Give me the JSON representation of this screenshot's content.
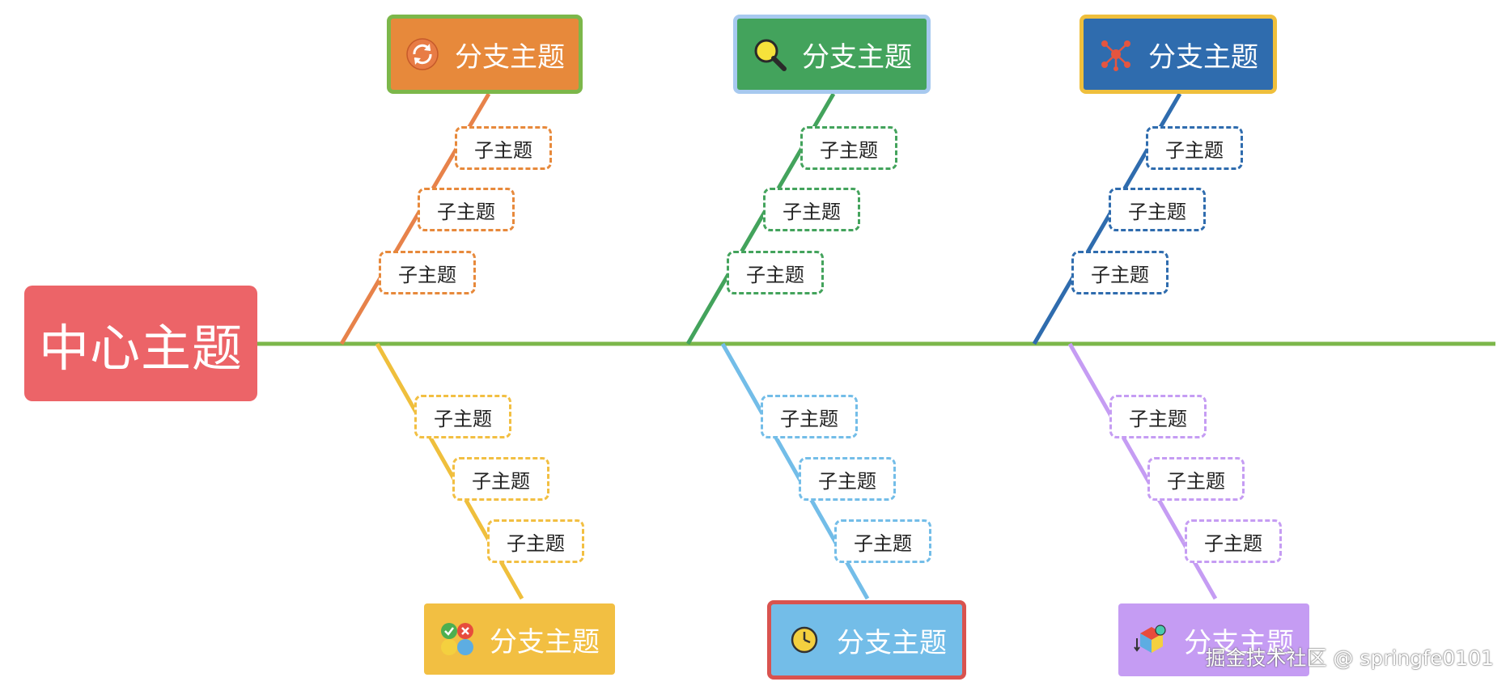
{
  "center_topic": {
    "label": "中心主题",
    "color": "#ec6468"
  },
  "spine_color": "#7cb74a",
  "branches": [
    {
      "label": "分支主题",
      "icon": "refresh-icon",
      "position": "top",
      "fill": "#e7893b",
      "border": "#7cb74a",
      "line_color": "#e7824a",
      "sub_border": "#e7893b",
      "twig_color": "#8cc05a",
      "subtopics": [
        "子主题",
        "子主题",
        "子主题"
      ]
    },
    {
      "label": "分支主题",
      "icon": "magnifier-icon",
      "position": "top",
      "fill": "#43a35c",
      "border": "#a7c9ef",
      "line_color": "#43a35c",
      "sub_border": "#43a35c",
      "twig_color": "#a9cdee",
      "subtopics": [
        "子主题",
        "子主题",
        "子主题"
      ]
    },
    {
      "label": "分支主题",
      "icon": "network-icon",
      "position": "top",
      "fill": "#2f6cae",
      "border": "#efbf3c",
      "line_color": "#2f6cae",
      "sub_border": "#2f6cae",
      "twig_color": "#f0bd3e",
      "subtopics": [
        "子主题",
        "子主题",
        "子主题"
      ]
    },
    {
      "label": "分支主题",
      "icon": "quadrant-icon",
      "position": "bottom",
      "fill": "#f2bf42",
      "border": "#f2bf42",
      "line_color": "#efbf3c",
      "sub_border": "#f2bf42",
      "twig_color": "#4e8f9c",
      "subtopics": [
        "子主题",
        "子主题",
        "子主题"
      ]
    },
    {
      "label": "分支主题",
      "icon": "clock-icon",
      "position": "bottom",
      "fill": "#73bde8",
      "border": "#d9534f",
      "line_color": "#73bde8",
      "sub_border": "#73bde8",
      "twig_color": "#d05a4a",
      "subtopics": [
        "子主题",
        "子主题",
        "子主题"
      ]
    },
    {
      "label": "分支主题",
      "icon": "cube-icon",
      "position": "bottom",
      "fill": "#c59cf3",
      "border": "#c59cf3",
      "line_color": "#c59cf3",
      "sub_border": "#c59cf3",
      "twig_color": "#c9a8ef",
      "subtopics": [
        "子主题",
        "子主题",
        "子主题"
      ]
    }
  ],
  "watermark": "掘金技术社区 @ springfe0101"
}
